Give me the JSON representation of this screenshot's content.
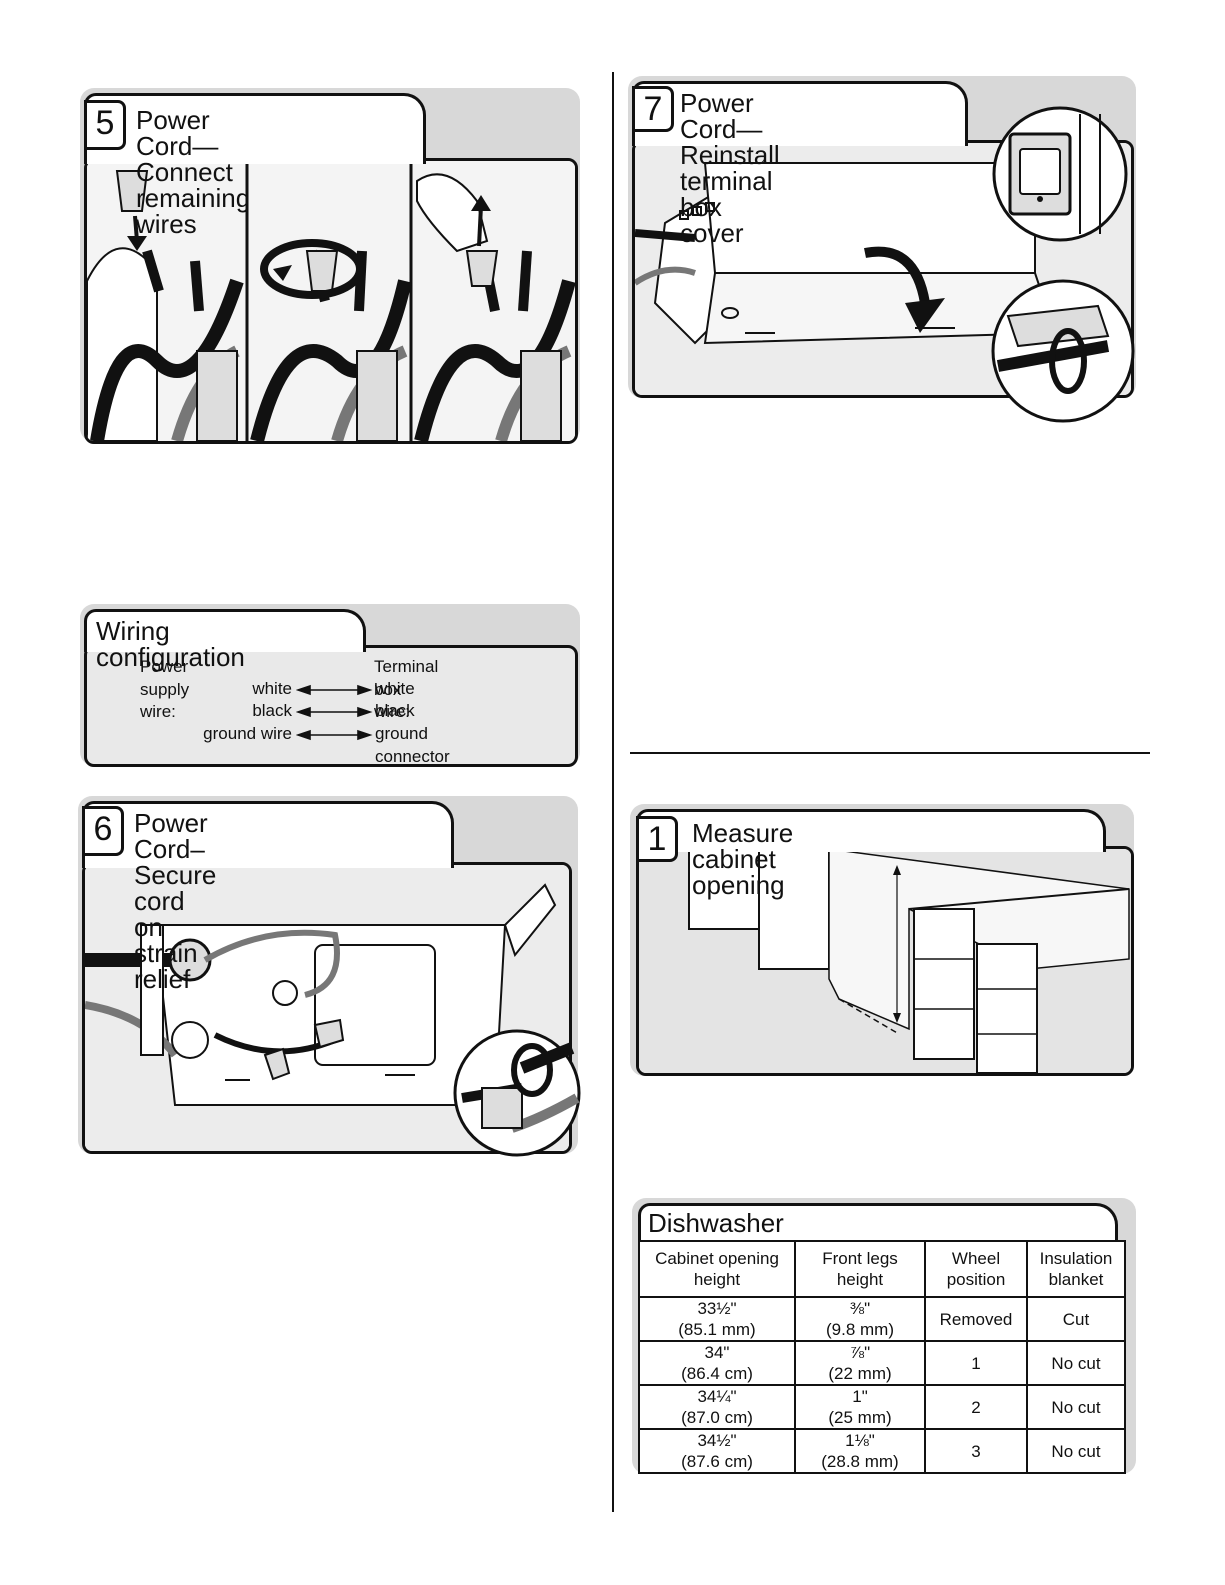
{
  "step5": {
    "number": "5",
    "title_line1": "Power Cord—Connect",
    "title_line2": "remaining wires"
  },
  "wiring": {
    "title": "Wiring configuration",
    "left_header": "Power supply wire:",
    "right_header": "Terminal box wire:",
    "rows": [
      {
        "left": "white",
        "right": "white"
      },
      {
        "left": "black",
        "right": "black"
      },
      {
        "left": "ground wire",
        "right": "ground connector"
      }
    ]
  },
  "step6": {
    "number": "6",
    "title_line1": "Power Cord–Secure cord",
    "title_line2": "on strain relief"
  },
  "step7": {
    "number": "7",
    "title_line1": "Power Cord—Reinstall",
    "title_line2": "terminal box cover"
  },
  "step1": {
    "number": "1",
    "title": "Measure cabinet opening"
  },
  "chart": {
    "title": "Dishwasher Height Adjustment Chart",
    "headers": [
      {
        "l1": "Cabinet opening",
        "l2": "height"
      },
      {
        "l1": "Front legs",
        "l2": "height"
      },
      {
        "l1": "Wheel",
        "l2": "position"
      },
      {
        "l1": "Insulation",
        "l2": "blanket"
      }
    ],
    "rows": [
      {
        "c1a": "33½\"",
        "c1b": "(85.1 mm)",
        "c2a": "⅜\"",
        "c2b": "(9.8 mm)",
        "c3": "Removed",
        "c4": "Cut"
      },
      {
        "c1a": "34\"",
        "c1b": "(86.4 cm)",
        "c2a": "⅞\"",
        "c2b": "(22 mm)",
        "c3": "1",
        "c4": "No cut"
      },
      {
        "c1a": "34¼\"",
        "c1b": "(87.0 cm)",
        "c2a": "1\"",
        "c2b": "(25 mm)",
        "c3": "2",
        "c4": "No cut"
      },
      {
        "c1a": "34½\"",
        "c1b": "(87.6 cm)",
        "c2a": "1⅛\"",
        "c2b": "(28.8 mm)",
        "c3": "3",
        "c4": "No cut"
      }
    ]
  }
}
